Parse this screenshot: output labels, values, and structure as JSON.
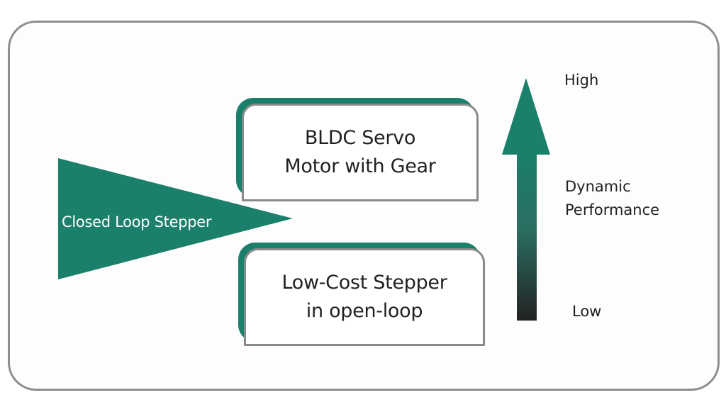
{
  "diagram": {
    "title": "",
    "colors": {
      "accent_green": "#1a7f6b",
      "frame_gray": "#8e8e90",
      "box_border_gray": "#8a8a8a",
      "arrow_bottom": "#222222",
      "text_dark": "#231f20",
      "text_light": "#ffffff"
    },
    "closed_loop": {
      "label": "Closed Loop Stepper",
      "icon": "right-pointing-triangle"
    },
    "boxes": [
      {
        "lines": [
          "BLDC Servo",
          "Motor with Gear"
        ]
      },
      {
        "lines": [
          "Low-Cost Stepper",
          "in open-loop"
        ]
      }
    ],
    "scale": {
      "icon": "up-arrow-gradient",
      "high_label": "High",
      "axis_label_lines": [
        "Dynamic",
        "Performance"
      ],
      "low_label": "Low"
    }
  }
}
